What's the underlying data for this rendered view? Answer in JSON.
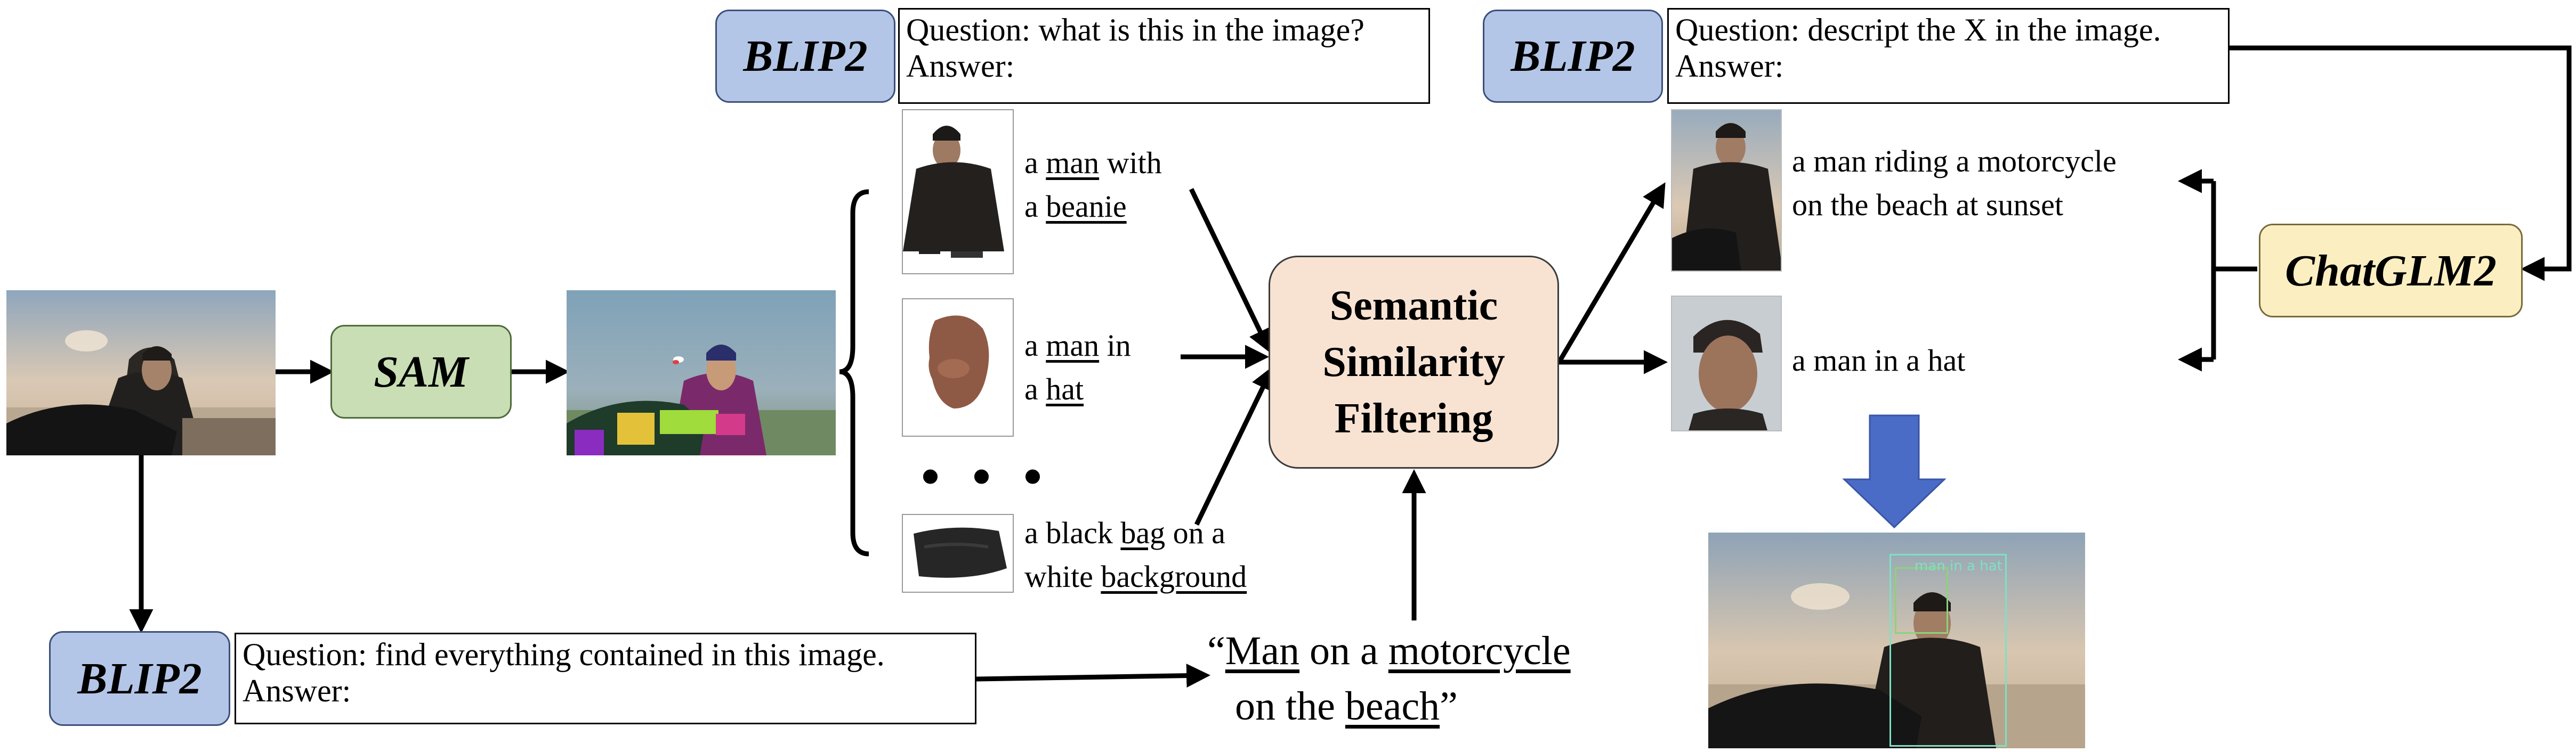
{
  "models": {
    "blip2_top_left": "BLIP2",
    "blip2_top_right": "BLIP2",
    "blip2_bottom": "BLIP2",
    "sam": "SAM",
    "chatglm2": "ChatGLM2"
  },
  "prompts": {
    "top_left": {
      "question": "Question: what is this in the image?",
      "answer": "Answer:"
    },
    "top_right": {
      "question": "Question: descript the X in the image.",
      "answer": "Answer:"
    },
    "bottom": {
      "question": "Question: find everything contained in this image.",
      "answer": "Answer:"
    }
  },
  "filter": {
    "line1": "Semantic",
    "line2": "Similarity",
    "line3": "Filtering"
  },
  "segment_captions": [
    {
      "line1": [
        "a ",
        "man",
        " with"
      ],
      "line2": [
        "a ",
        "beanie",
        ""
      ]
    },
    {
      "line1": [
        "a ",
        "man",
        " in"
      ],
      "line2": [
        "a ",
        "hat",
        ""
      ]
    },
    {
      "line1": [
        "a black ",
        "bag",
        " on a"
      ],
      "line2": [
        "white ",
        "background",
        ""
      ]
    }
  ],
  "ellipsis": "• • •",
  "global_caption": {
    "line1": [
      "“",
      "Man",
      " on a ",
      "motorcycle",
      ""
    ],
    "line2": [
      "on the ",
      "beach",
      "”"
    ]
  },
  "refined_captions": {
    "first_line1": "a man riding a motorcycle",
    "first_line2": "on the beach at sunset",
    "second": "a man in a hat"
  },
  "detection_label": "man in a hat",
  "colors": {
    "blip_fill": "#b4c6e7",
    "sam_fill": "#c9deb4",
    "chatglm_fill": "#fbefc2",
    "filter_fill": "#f8e3d3",
    "down_arrow": "#4a6cc7",
    "detection_box": "#7fe0c4"
  }
}
